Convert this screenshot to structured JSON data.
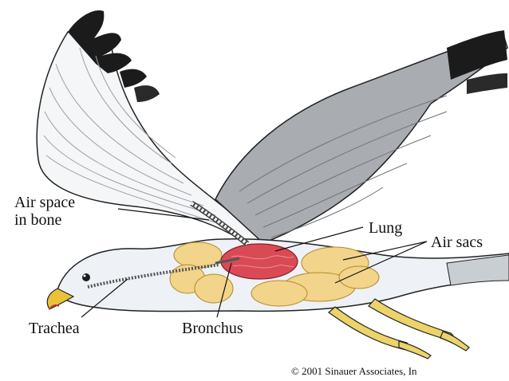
{
  "labels": {
    "air_space_line1": "Air space",
    "air_space_line2": "in bone",
    "lung": "Lung",
    "air_sacs": "Air sacs",
    "trachea": "Trachea",
    "bronchus": "Bronchus"
  },
  "copyright": "© 2001 Sinauer Associates, In",
  "colors": {
    "wing_white": "#f4f6f8",
    "wing_gray": "#a9adb2",
    "wing_tip_black": "#1b1b1b",
    "body_white": "#eef1f5",
    "lung_red": "#d94a55",
    "air_sac_yellow": "#f2d48a",
    "leg_yellow": "#ecd36a",
    "beak_yellow": "#e7c23a",
    "outline": "#222222"
  }
}
